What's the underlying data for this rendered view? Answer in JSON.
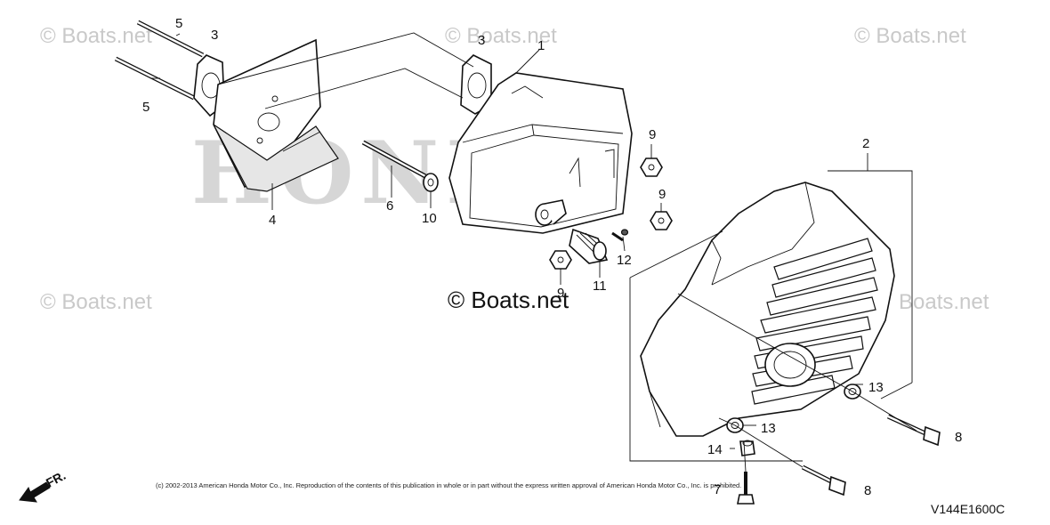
{
  "watermarks": {
    "top_left": "© Boats.net",
    "top_middle": "© Boats.net",
    "top_right": "© Boats.net",
    "mid_left": "© Boats.net",
    "center": "© Boats.net",
    "mid_right": "Boats.net",
    "brand_background": "HONDA"
  },
  "callouts": {
    "c1": "1",
    "c2": "2",
    "c3a": "3",
    "c3b": "3",
    "c4": "4",
    "c5a": "5",
    "c5b": "5",
    "c6": "6",
    "c7": "7",
    "c8a": "8",
    "c8b": "8",
    "c9a": "9",
    "c9b": "9",
    "c9c": "9",
    "c10": "10",
    "c11": "11",
    "c12": "12",
    "c13a": "13",
    "c13b": "13",
    "c14": "14"
  },
  "copyright": "(c) 2002-2013 American Honda Motor Co., Inc. Reproduction of the contents of this publication in whole or in part without the express written approval of American Honda Motor Co., Inc. is prohibited.",
  "diagram_code": "V144E1600C",
  "direction_indicator": "FR."
}
